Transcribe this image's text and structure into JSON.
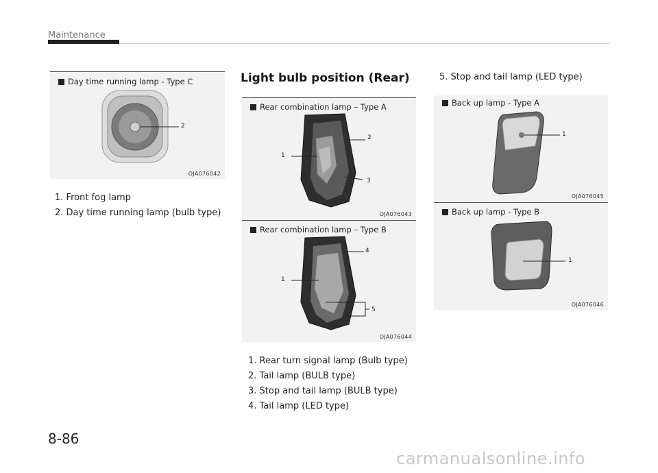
{
  "header": {
    "section_title": "Maintenance"
  },
  "heading": "Light bulb position (Rear)",
  "left_figure": {
    "caption": "Day time running lamp - Type C",
    "code": "OJA076042",
    "callouts": [
      "2"
    ]
  },
  "left_list": [
    "1. Front fog lamp",
    "2. Day time running lamp (bulb type)"
  ],
  "mid_figure_a": {
    "caption": "Rear combination lamp – Type A",
    "code": "OJA076043",
    "callouts": [
      "2",
      "1",
      "3"
    ]
  },
  "mid_figure_b": {
    "caption": "Rear combination lamp – Type B",
    "code": "OJA076044",
    "callouts": [
      "4",
      "1",
      "5"
    ]
  },
  "mid_list": [
    "1. Rear turn signal lamp (Bulb type)",
    "2. Tail lamp (BULB type)",
    "3. Stop and tail lamp (BULB type)",
    "4. Tail lamp (LED type)"
  ],
  "right_item": "5. Stop and tail lamp (LED type)",
  "right_figure_a": {
    "caption": "Back up lamp - Type A",
    "code": "OJA076045",
    "callouts": [
      "1"
    ]
  },
  "right_figure_b": {
    "caption": "Back up lamp - Type B",
    "code": "OJA076046",
    "callouts": [
      "1"
    ]
  },
  "page_number": "8-86",
  "watermark": "carmanualsonline.info"
}
